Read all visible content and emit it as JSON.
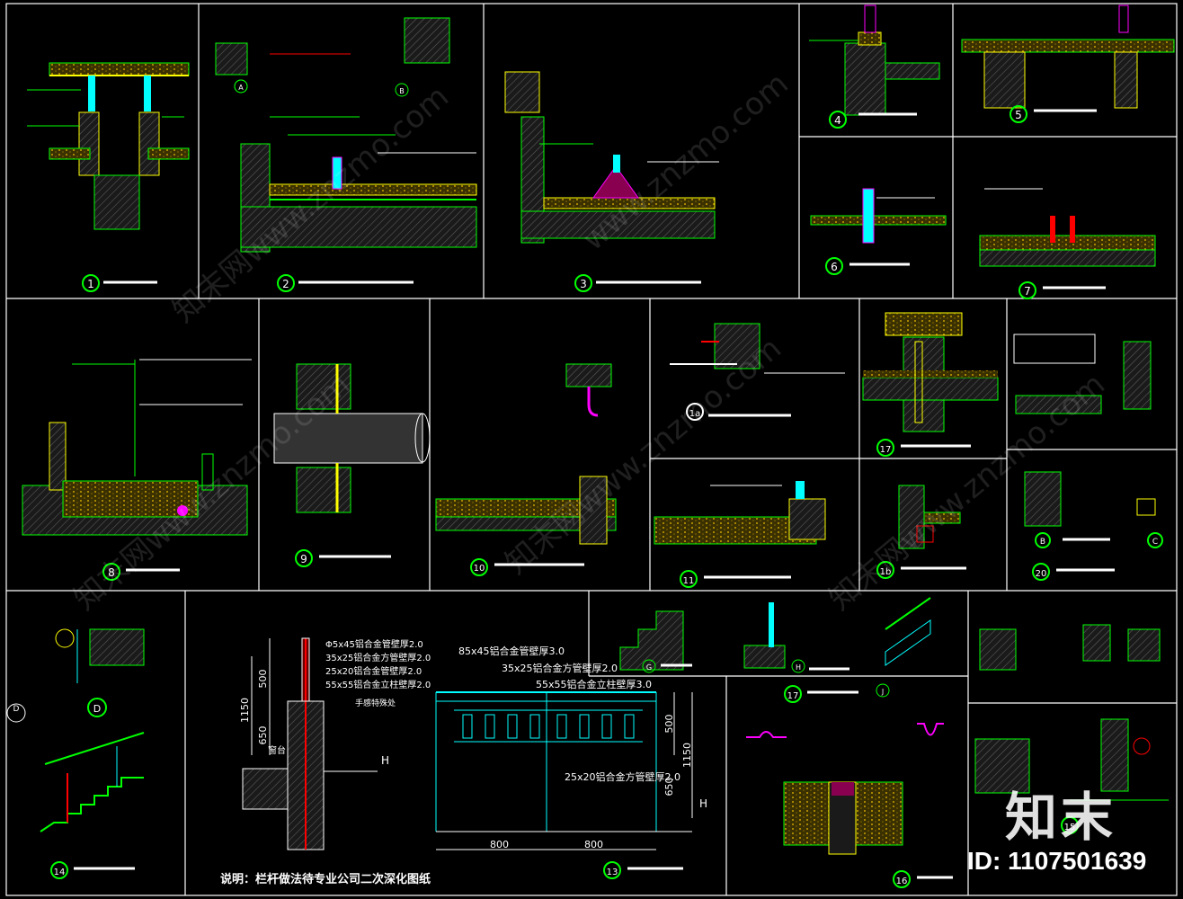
{
  "colors": {
    "background": "#000000",
    "frame": "#ffffff",
    "green": "#00ff00",
    "yellow": "#ffff00",
    "cyan": "#00ffff",
    "magenta": "#ff00ff",
    "red": "#ff0000",
    "hatch": "#6a6a6a"
  },
  "detail_numbers": [
    "1",
    "2",
    "3",
    "4",
    "5",
    "6",
    "7",
    "8",
    "9",
    "10",
    "11",
    "1a",
    "17",
    "1b",
    "20",
    "14",
    "13",
    "17",
    "16",
    "15"
  ],
  "detail_letters": [
    "A",
    "B",
    "B",
    "C",
    "G",
    "H",
    "J",
    "D",
    "D"
  ],
  "dims": {
    "h1150": "1150",
    "h500": "500",
    "h650": "650",
    "w800a": "800",
    "w800b": "800",
    "H": "H",
    "r500": "500",
    "r1150": "1150",
    "r650": "650"
  },
  "rail_notes_left": [
    "Φ5x45铝合金管壁厚2.0",
    "35x25铝合金方管壁厚2.0",
    "25x20铝合金管壁厚2.0",
    "55x55铝合金立柱壁厚2.0"
  ],
  "rail_notes_13": [
    "85x45铝合金管壁厚3.0",
    "35x25铝合金方管壁厚2.0",
    "55x55铝合金立柱壁厚3.0",
    "25x20铝合金方管壁厚2.0"
  ],
  "note_label": "手感特殊处",
  "sill_label": "窗台",
  "footnote": "说明：栏杆做法待专业公司二次深化图纸",
  "logo": "知末",
  "id_text": "ID: 1107501639",
  "watermarks": [
    "知末网www.znzmo.com",
    "知末网www.znzmo.com",
    "知末网www.znzmo.com",
    "www.znzmo.com",
    "知末网www.znzmo.com"
  ]
}
